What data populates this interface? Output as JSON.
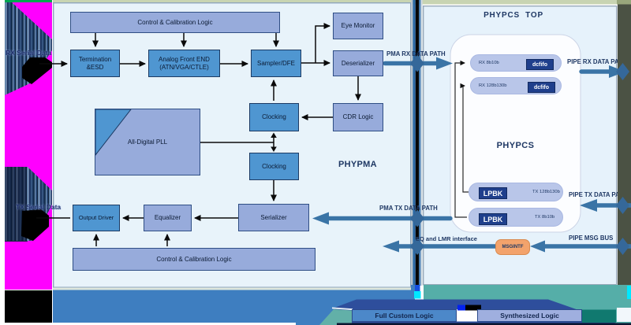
{
  "left_strip": {
    "rx_label": "RX Serial Data",
    "tx_label": "TX Serial Data"
  },
  "phypma": {
    "title": "PHYPMA",
    "control_top": "Control & Calibration Logic",
    "termination": "Termination\n&ESD",
    "afe": "Analog Front END\n(ATN/VGA/CTLE)",
    "sampler": "Sampler/DFE",
    "eye_monitor": "Eye Monitor",
    "deserializer": "Deserializer",
    "cdr": "CDR Logic",
    "clocking_upper": "Clocking",
    "clocking_lower": "Clocking",
    "pll": "All-Digital PLL",
    "serializer": "Serializer",
    "equalizer": "Equalizer",
    "output_driver": "Output Driver",
    "control_bottom": "Control & Calibration Logic"
  },
  "phypcs": {
    "top_title": "PHYPCS  TOP",
    "title": "PHYPCS",
    "rx_pill_1": {
      "label": "RX 8b10b",
      "fifo": "dcfifo"
    },
    "rx_pill_2": {
      "label": "RX 128b130b",
      "fifo": "dcfifo"
    },
    "lpbk_pill_1": {
      "label": "LPBK",
      "tag": "TX 128b130b"
    },
    "lpbk_pill_2": {
      "label": "LPBK",
      "tag": "TX 8b10b"
    },
    "msgintf": "MSGINTF"
  },
  "paths": {
    "pma_rx": "PMA RX DATA PATH",
    "pma_tx": "PMA TX DATA PATH",
    "pipe_rx": "PIPE RX DATA PATH",
    "pipe_tx": "PIPE TX DATA PATH",
    "pipe_msg": "PIPE MSG BUS",
    "lmr": "EQ and LMR interface"
  },
  "legend": {
    "full_custom": "Full Custom Logic",
    "synthesized": "Synthesized Logic"
  },
  "colors": {
    "magenta": "#ff00ff",
    "green_sliver": "#00a651",
    "panel_bg": "#e8f3fa",
    "box_blue": "#4f96d1",
    "box_lavender": "#97abdb",
    "chip_navy": "#1f3f8c",
    "msgintf_orange": "#f3a36c",
    "steel_arrow": "#3a74a6",
    "teal": "#55aea8",
    "teal_dark": "#10796f",
    "navy_band": "#2e4e9c",
    "bottom_bar_blue": "#3e7ec0",
    "olive_band": "#4b5244",
    "sage_strip": "#c8d4b2",
    "label_navy": "#1f3864"
  }
}
